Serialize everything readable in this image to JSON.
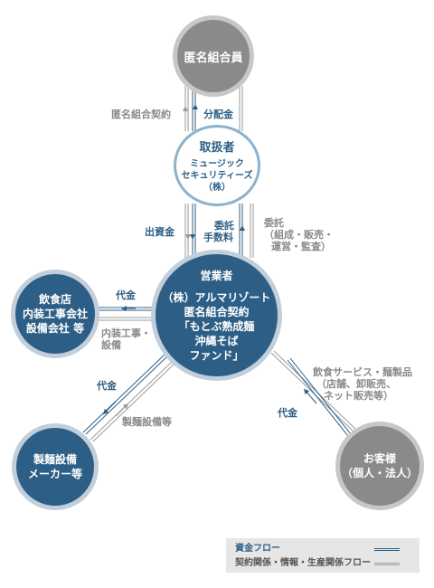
{
  "nodes": {
    "investors": {
      "label": "匿名組合員"
    },
    "handler": {
      "title": "取扱者",
      "lines": [
        "ミュージック",
        "セキュリティーズ",
        "（株）"
      ]
    },
    "operator": {
      "title": "営業者",
      "lines": [
        "（株）アルマリゾート",
        "匿名組合契約",
        "「もとぶ熟成麺",
        "沖縄そば",
        "ファンド」"
      ]
    },
    "restaurant": {
      "lines": [
        "飲食店",
        "内装工事会社",
        "設備会社 等"
      ]
    },
    "manufacturer": {
      "lines": [
        "製麺設備",
        "メーカー等"
      ]
    },
    "customers": {
      "lines": [
        "お客様",
        "（個人・法人）"
      ]
    }
  },
  "flows": {
    "contract": "匿名組合契約",
    "distribution": "分配金",
    "investment": "出資金",
    "commission": [
      "委託",
      "手数料"
    ],
    "delegation": [
      "委託",
      "（組成・販売・",
      "運営・監査）"
    ],
    "restaurant_payment": "代金",
    "interior_work": [
      "内装工事・",
      "設備"
    ],
    "manufacturer_payment": "代金",
    "equipment": "製麺設備等",
    "food_service": [
      "飲食サービス・麺製品",
      "（店舗、卸販売、",
      "ネット販売等）"
    ],
    "customer_payment": "代金"
  },
  "legend": {
    "money_flow": "資金フロー",
    "contract_flow": "契約関係・情報・生産関係フロー"
  },
  "colors": {
    "money": "#2d5f86",
    "contract": "#9a9a9a",
    "node_blue": "#2d5f86",
    "node_gray": "#8a8a8a"
  }
}
